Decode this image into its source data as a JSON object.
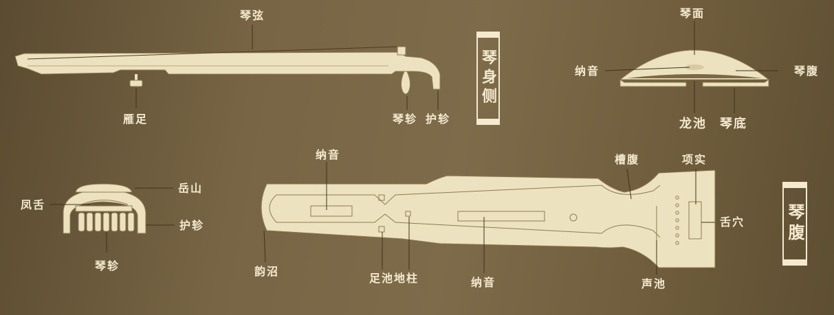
{
  "side_view": {
    "string_label": "琴弦",
    "goose_foot_label": "雁足",
    "tuning_peg_label": "琴轸",
    "peg_guard_label": "护轸",
    "title": "琴身侧"
  },
  "cross_section": {
    "top_board_label": "琴面",
    "na_yin_label": "纳音",
    "belly_label": "琴腹",
    "dragon_pool_label": "龙池",
    "bottom_board_label": "琴底"
  },
  "head_end": {
    "mountain_label": "岳山",
    "phoenix_tongue_label": "凤舌",
    "peg_guard_label": "护轸",
    "tuning_peg_label": "琴轸"
  },
  "belly_view": {
    "na_yin_top_label": "纳音",
    "groove_label": "槽腹",
    "neck_label": "项实",
    "tongue_hole_label": "舌穴",
    "rhyme_marsh_label": "韵沼",
    "foot_pool_pillar_label": "足池地柱",
    "na_yin_bottom_label": "纳音",
    "sound_pool_label": "声池",
    "title": "琴腹"
  },
  "colors": {
    "background": "#6f5e3f",
    "instrument_fill": "#ede2bf",
    "outline": "#8d7a4c",
    "text": "#f4ead0"
  }
}
